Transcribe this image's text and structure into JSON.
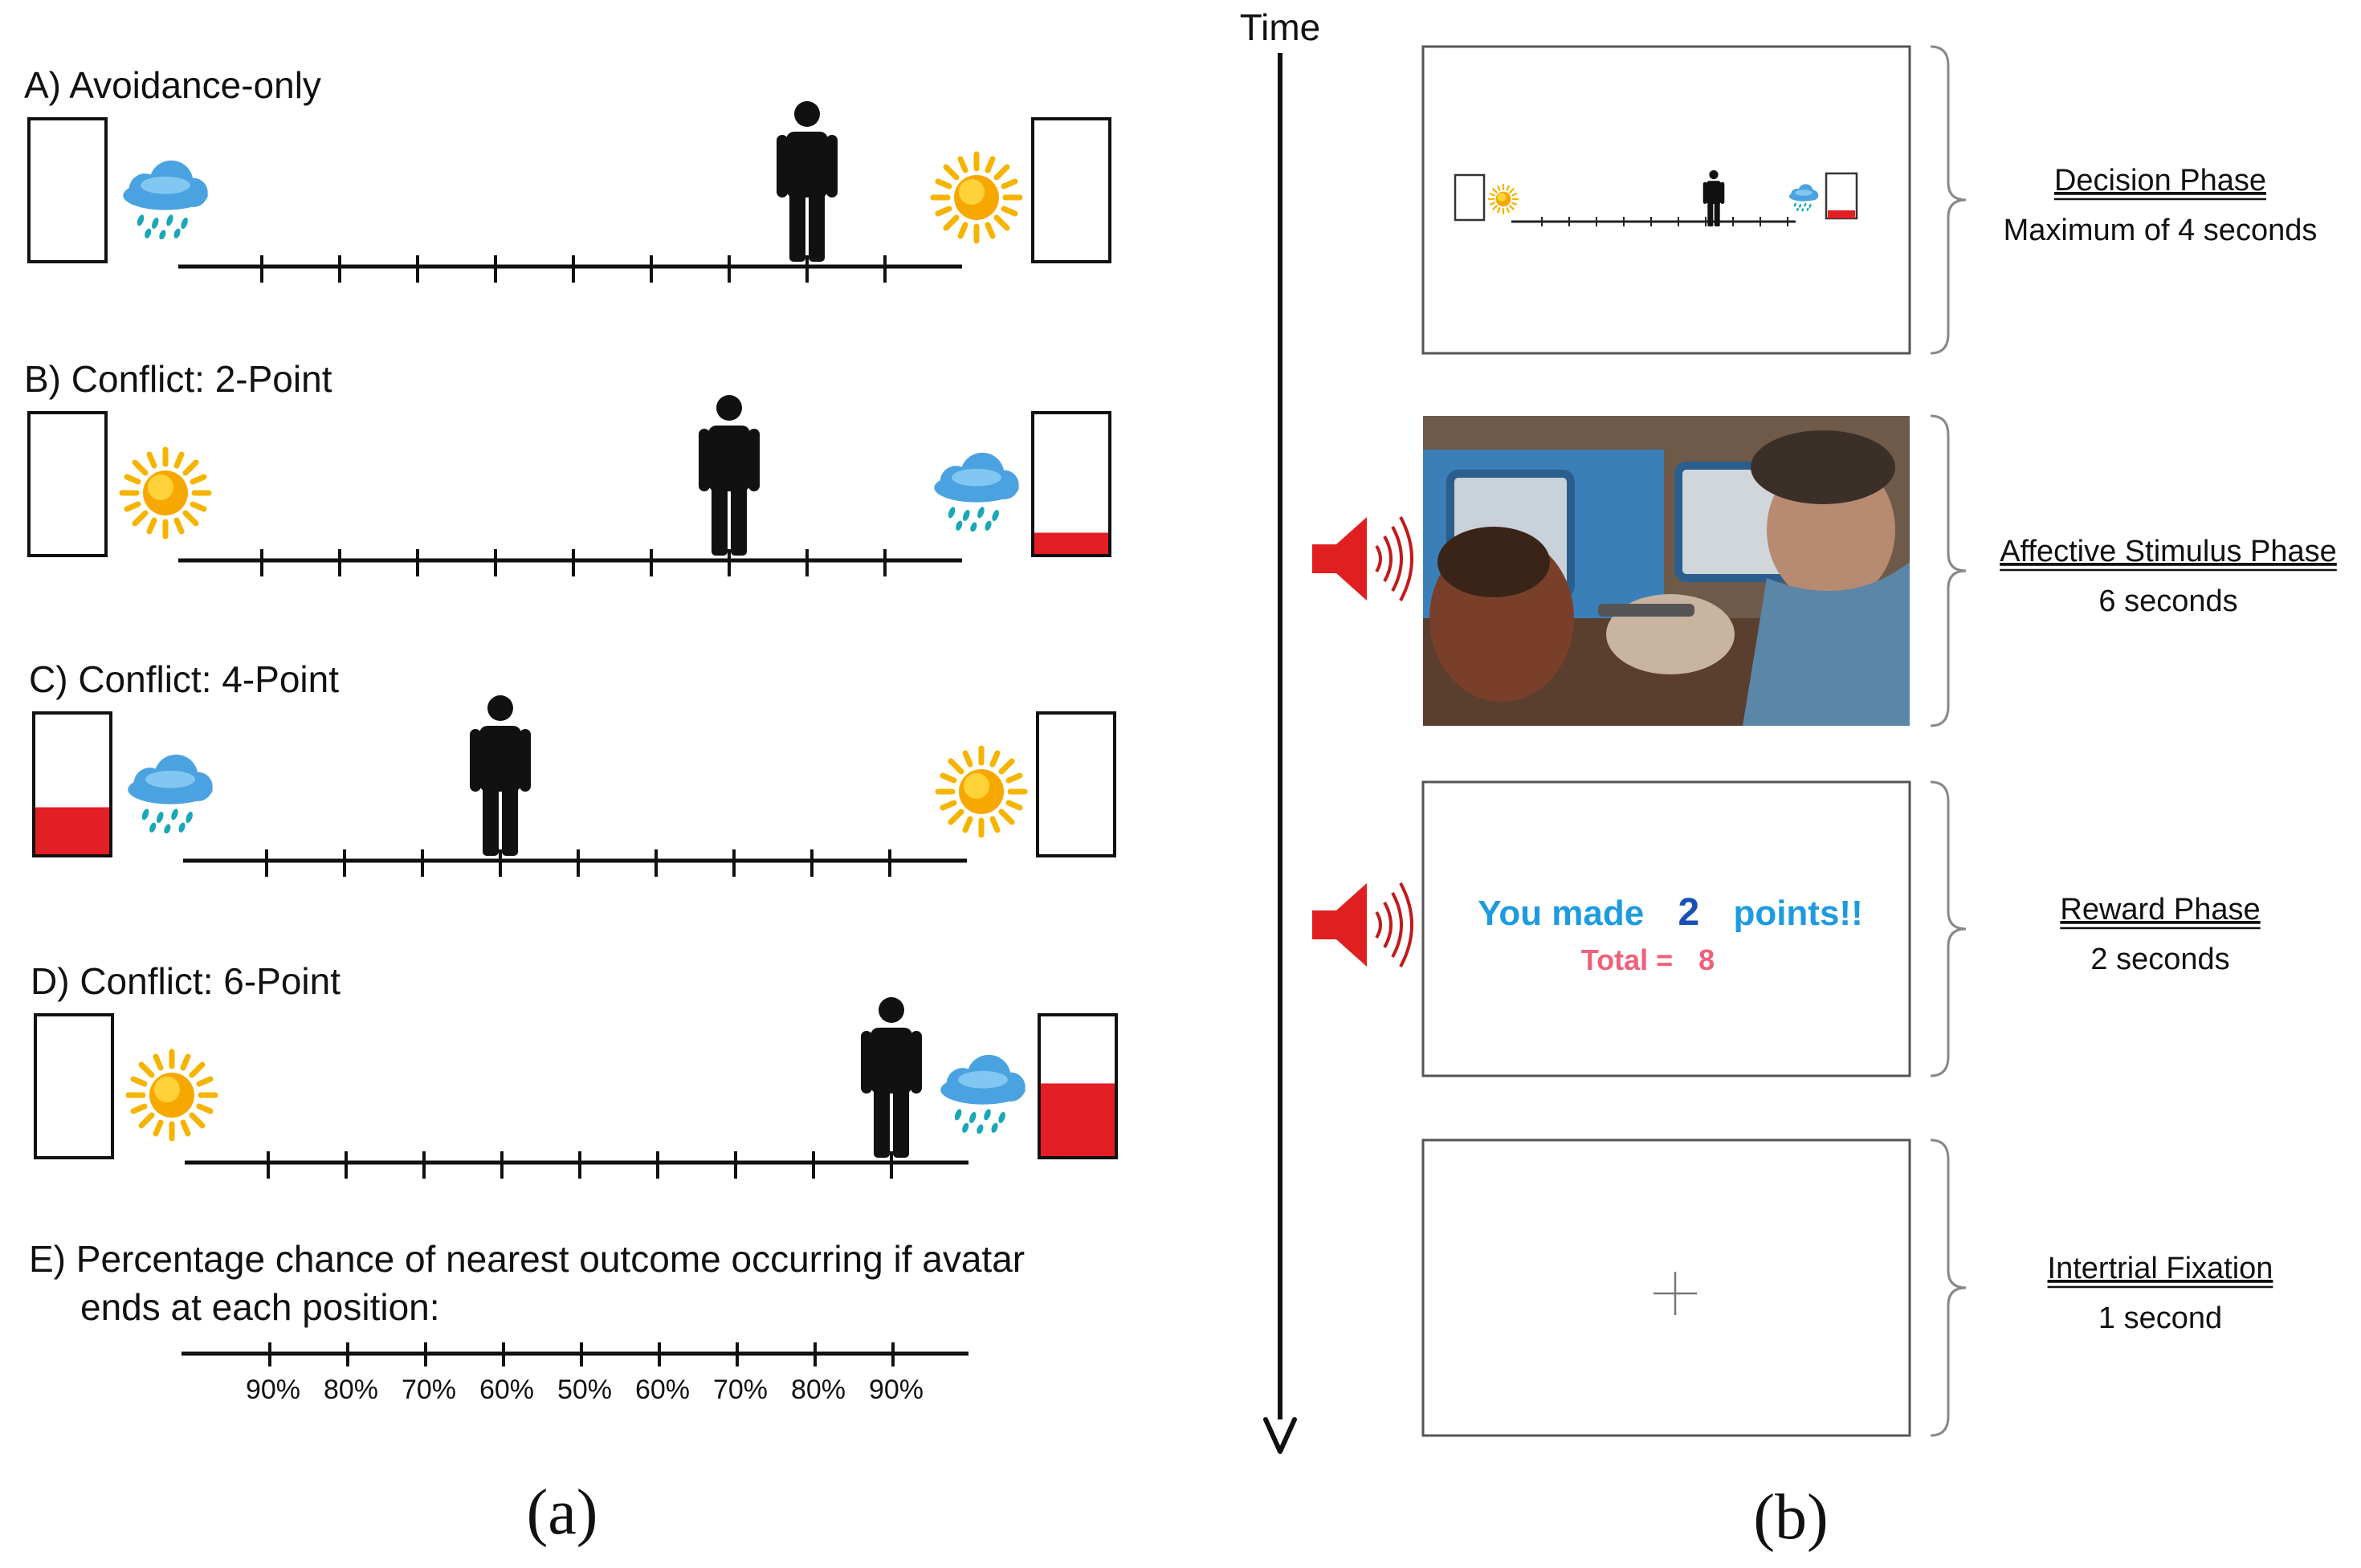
{
  "time_label": "Time",
  "panel_a_caption": "(a)",
  "panel_b_caption": "(b)",
  "scenarios": [
    {
      "label": "A) Avoidance-only",
      "left": {
        "icon": "rain",
        "fill": 0
      },
      "right": {
        "icon": "sun",
        "fill": 0
      },
      "avatar_tick": 8
    },
    {
      "label": "B) Conflict: 2-Point",
      "left": {
        "icon": "sun",
        "fill": 0
      },
      "right": {
        "icon": "rain",
        "fill": 0.16
      },
      "avatar_tick": 7
    },
    {
      "label": "C) Conflict: 4-Point",
      "left": {
        "icon": "rain",
        "fill": 0.34
      },
      "right": {
        "icon": "sun",
        "fill": 0
      },
      "avatar_tick": 4
    },
    {
      "label": "D) Conflict: 6-Point",
      "left": {
        "icon": "sun",
        "fill": 0
      },
      "right": {
        "icon": "rain",
        "fill": 0.52
      },
      "avatar_tick": 9
    }
  ],
  "percent_title_line1": "E) Percentage chance of nearest outcome occurring if avatar",
  "percent_title_line2": "ends at each position:",
  "percent_labels": [
    "90%",
    "80%",
    "70%",
    "60%",
    "50%",
    "60%",
    "70%",
    "80%",
    "90%"
  ],
  "phases": [
    {
      "title": "Decision Phase",
      "duration": "Maximum of 4 seconds"
    },
    {
      "title": "Affective Stimulus Phase",
      "duration": "6 seconds"
    },
    {
      "title": "Reward Phase",
      "duration": "2  seconds"
    },
    {
      "title": "Intertrial Fixation",
      "duration": "1  second"
    }
  ],
  "reward_screen": {
    "prefix": "You made",
    "points": "2",
    "suffix": "points!!",
    "total_label": "Total =",
    "total_value": "8"
  },
  "colors": {
    "black": "#111111",
    "red": "#e31e24",
    "reward_text": "#1e9be0",
    "reward_points": "#1a4fb4",
    "total_text": "#f0607a"
  }
}
